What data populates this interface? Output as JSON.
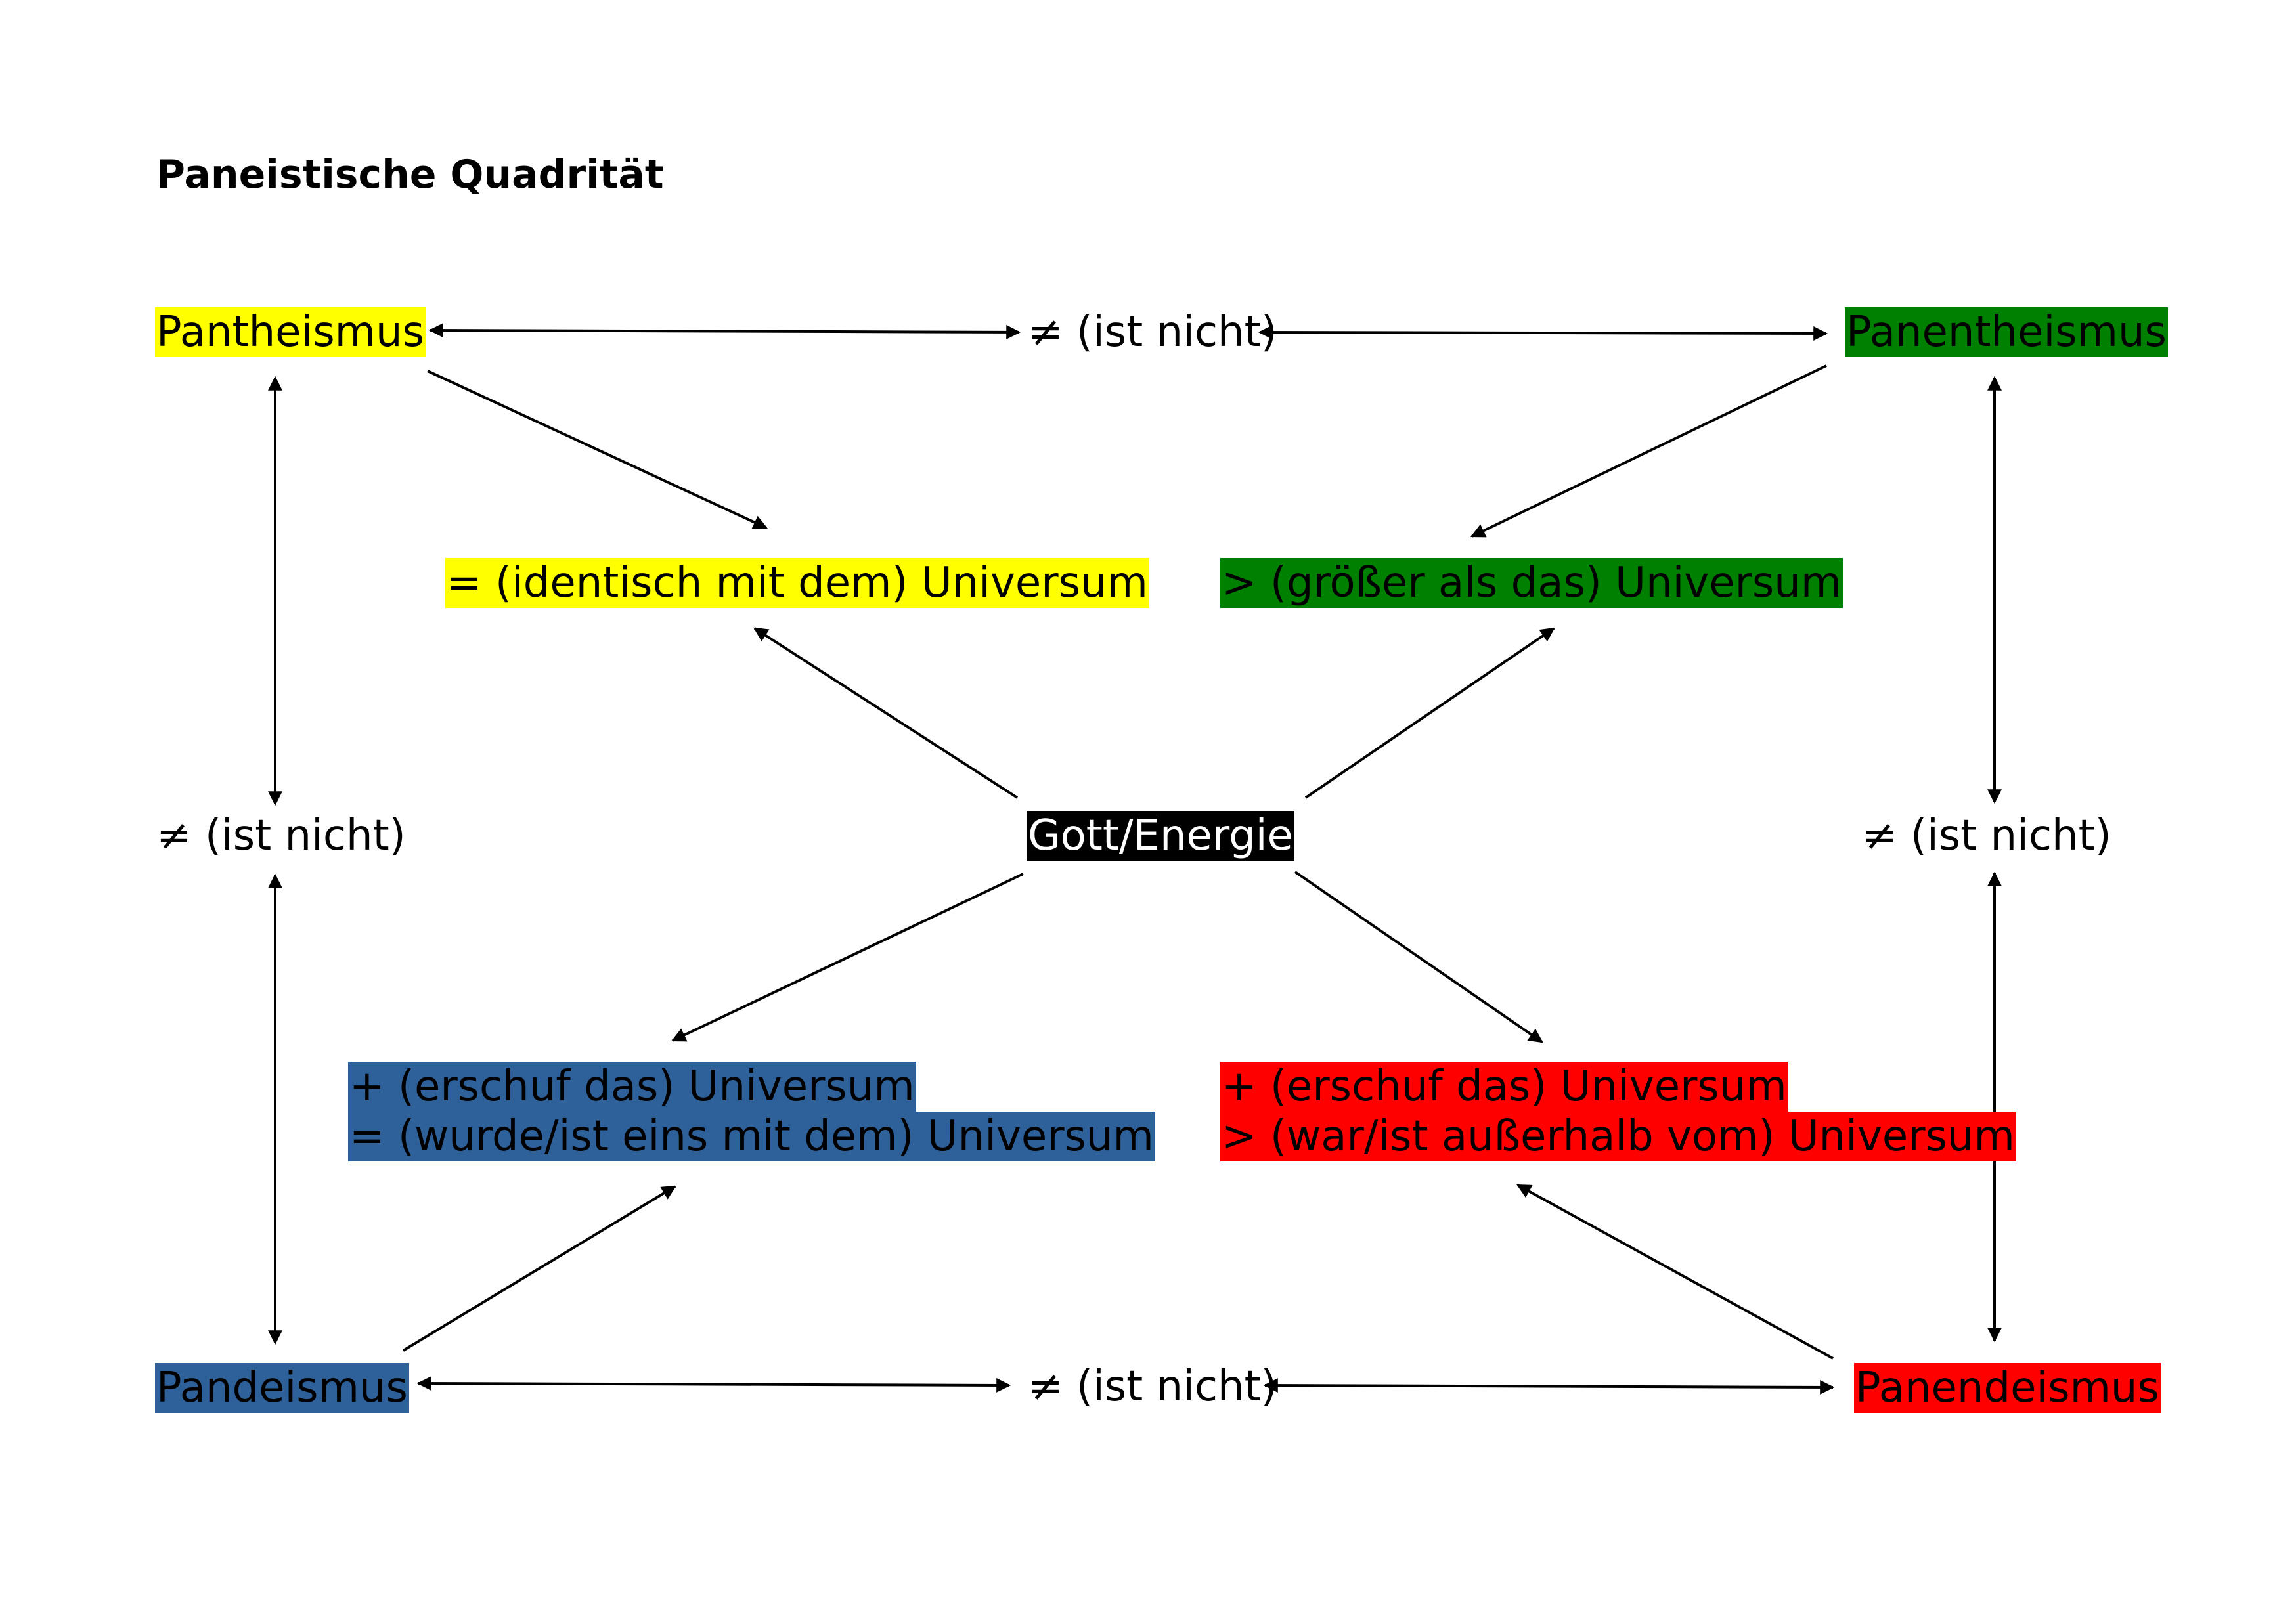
{
  "title": "Paneistische Quadrität",
  "colors": {
    "yellow": "#ffff00",
    "green": "#008000",
    "blue": "#2e6099",
    "red": "#ff0000",
    "center": "#000000",
    "arrow": "#000000"
  },
  "nodes": {
    "pantheismus": "Pantheismus",
    "panentheismus": "Panentheismus",
    "pandeismus": "Pandeismus",
    "panendeismus": "Panendeismus",
    "center": "Gott/Energie",
    "not_top": "≠ (ist nicht)",
    "not_bottom": "≠ (ist nicht)",
    "not_left": "≠ (ist nicht)",
    "not_right": "≠ (ist nicht)",
    "pantheismus_relation": "= (identisch mit dem) Universum",
    "panentheismus_relation": "> (größer als das) Universum",
    "pandeismus_relation": [
      "+ (erschuf das) Universum",
      "= (wurde/ist eins mit dem) Universum"
    ],
    "panendeismus_relation": [
      "+ (erschuf das) Universum",
      "> (war/ist außerhalb vom) Universum"
    ]
  }
}
